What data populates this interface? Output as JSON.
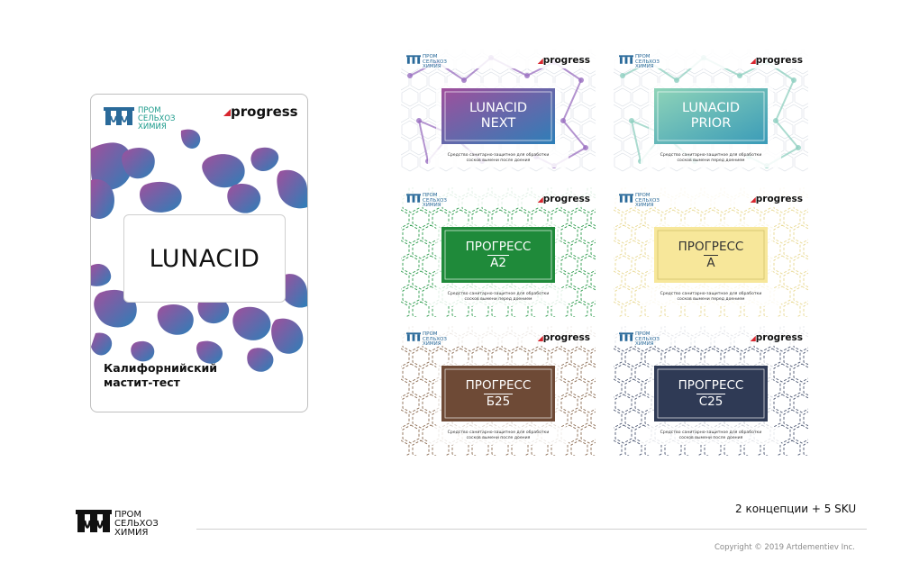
{
  "brand": {
    "logo_lines": [
      "ПРОМ",
      "СЕЛЬХОЗ",
      "ХИМИЯ"
    ],
    "progress_text": "progress"
  },
  "big_card": {
    "title": "LUNACID",
    "subtitle_line1": "Калифорнийский",
    "subtitle_line2": "мастит-тест"
  },
  "cards": [
    {
      "line1": "LUNACID",
      "line2": "NEXT",
      "desc1": "Средство санитарно-защитное для обработки",
      "desc2": "сосков вымени после доения",
      "color": "#7a4fa0"
    },
    {
      "line1": "LUNACID",
      "line2": "PRIOR",
      "desc1": "Средство санитарно-защитное для обработки",
      "desc2": "сосков вымени перед доением",
      "color": "#6bbfae"
    },
    {
      "line1": "ПРОГРЕСС",
      "line2": "А2",
      "desc1": "Средство санитарно-защитное для обработки",
      "desc2": "сосков вымени перед доением",
      "color": "#1f8a3a"
    },
    {
      "line1": "ПРОГРЕСС",
      "line2": "А",
      "desc1": "Средство санитарно-защитное для обработки",
      "desc2": "сосков вымени перед доением",
      "color": "#f7e79a"
    },
    {
      "line1": "ПРОГРЕСС",
      "line2": "Б25",
      "desc1": "Средство санитарно-защитное для обработки",
      "desc2": "сосков вымени после доения",
      "color": "#6e4a36"
    },
    {
      "line1": "ПРОГРЕСС",
      "line2": "С25",
      "desc1": "Средство санитарно-защитное для обработки",
      "desc2": "сосков вымени после доения",
      "color": "#2f3a55"
    }
  ],
  "footer": {
    "caption": "2 концепции + 5 SKU",
    "copyright": "Copyright © 2019 Artdementiev Inc."
  }
}
